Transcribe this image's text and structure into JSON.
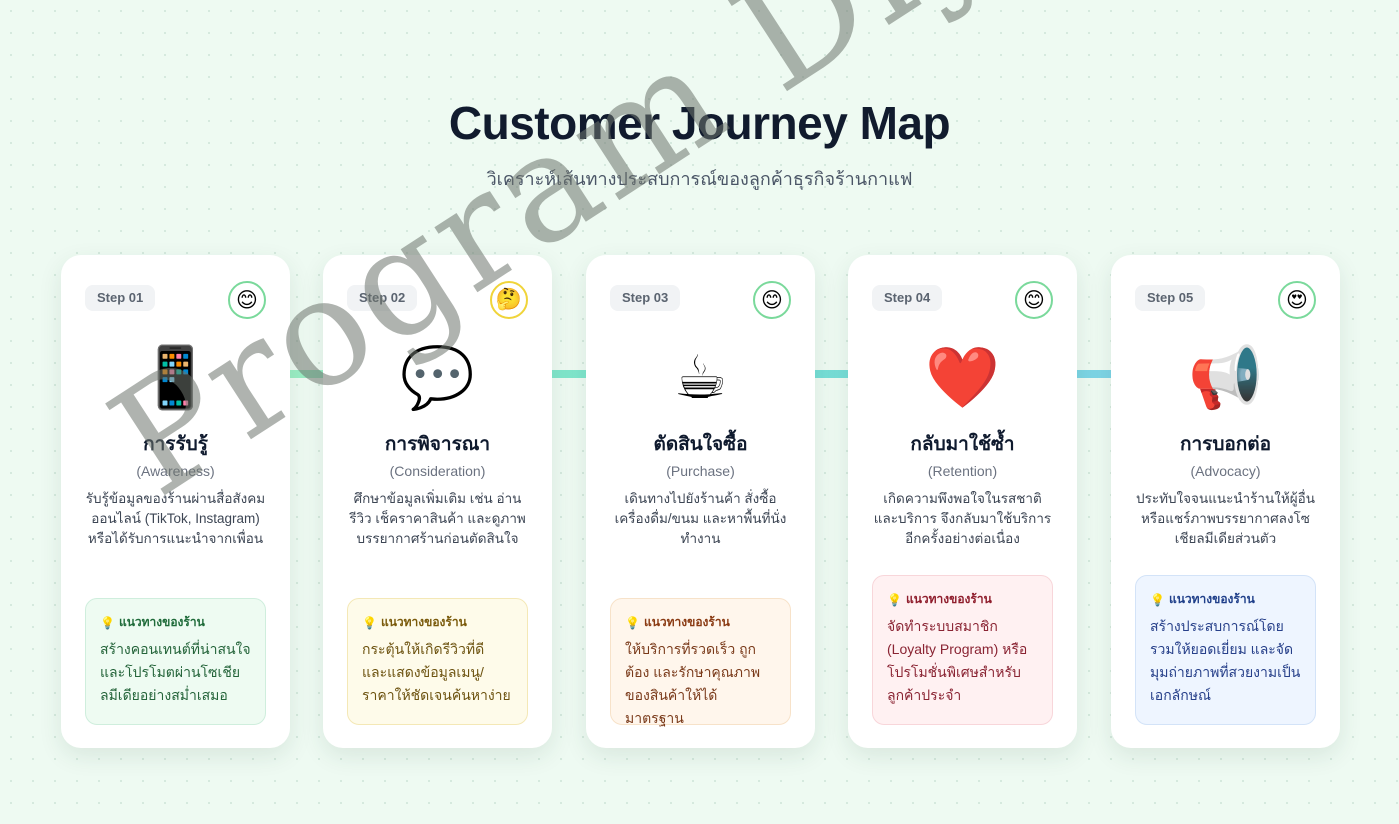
{
  "header": {
    "title": "Customer Journey Map",
    "subtitle": "วิเคราะห์เส้นทางประสบการณ์ของลูกค้าธุรกิจร้านกาแฟ"
  },
  "colors": {
    "connector_start": "#9ceec4",
    "connector_end": "#7dd4e6",
    "happy_ring": "#7ad99b",
    "thinking_ring": "#f0d43a"
  },
  "stages": [
    {
      "step": "Step 01",
      "emotion": "😊",
      "emotion_icon": "smiling-face-icon",
      "icon": "📱",
      "icon_name": "smartphone-icon",
      "title": "การรับรู้",
      "subtitle": "(Awareness)",
      "description": "รับรู้ข้อมูลของร้านผ่านสื่อสังคมออนไลน์ (TikTok, Instagram) หรือได้รับการแนะนำจากเพื่อน",
      "tip_label": "แนวทางของร้าน",
      "tip": "สร้างคอนเทนต์ที่น่าสนใจและโปรโมตผ่านโซเชียลมีเดียอย่างสม่ำเสมอ"
    },
    {
      "step": "Step 02",
      "emotion": "🤔",
      "emotion_icon": "thinking-face-icon",
      "icon": "💬",
      "icon_name": "speech-bubble-icon",
      "title": "การพิจารณา",
      "subtitle": "(Consideration)",
      "description": "ศึกษาข้อมูลเพิ่มเติม เช่น อ่านรีวิว เช็คราคาสินค้า และดูภาพบรรยากาศร้านก่อนตัดสินใจ",
      "tip_label": "แนวทางของร้าน",
      "tip": "กระตุ้นให้เกิดรีวิวที่ดี และแสดงข้อมูลเมนู/ราคาให้ชัดเจนค้นหาง่าย"
    },
    {
      "step": "Step 03",
      "emotion": "😊",
      "emotion_icon": "smiling-face-icon",
      "icon": "☕",
      "icon_name": "hot-coffee-icon",
      "title": "ตัดสินใจซื้อ",
      "subtitle": "(Purchase)",
      "description": "เดินทางไปยังร้านค้า สั่งซื้อเครื่องดื่ม/ขนม และหาพื้นที่นั่งทำงาน",
      "tip_label": "แนวทางของร้าน",
      "tip": "ให้บริการที่รวดเร็ว ถูกต้อง และรักษาคุณภาพของสินค้าให้ได้มาตรฐาน"
    },
    {
      "step": "Step 04",
      "emotion": "😊",
      "emotion_icon": "smiling-face-icon",
      "icon": "❤️",
      "icon_name": "heart-icon",
      "title": "กลับมาใช้ซ้ำ",
      "subtitle": "(Retention)",
      "description": "เกิดความพึงพอใจในรสชาติและบริการ จึงกลับมาใช้บริการอีกครั้งอย่างต่อเนื่อง",
      "tip_label": "แนวทางของร้าน",
      "tip": "จัดทำระบบสมาชิก (Loyalty Program) หรือโปรโมชั่นพิเศษสำหรับลูกค้าประจำ"
    },
    {
      "step": "Step 05",
      "emotion": "😍",
      "emotion_icon": "heart-eyes-face-icon",
      "icon": "📢",
      "icon_name": "megaphone-icon",
      "title": "การบอกต่อ",
      "subtitle": "(Advocacy)",
      "description": "ประทับใจจนแนะนำร้านให้ผู้อื่น หรือแชร์ภาพบรรยากาศลงโซเชียลมีเดียส่วนตัว",
      "tip_label": "แนวทางของร้าน",
      "tip": "สร้างประสบการณ์โดยรวมให้ยอดเยี่ยม และจัดมุมถ่ายภาพที่สวยงามเป็นเอกลักษณ์"
    }
  ],
  "watermark": "Program Diy"
}
